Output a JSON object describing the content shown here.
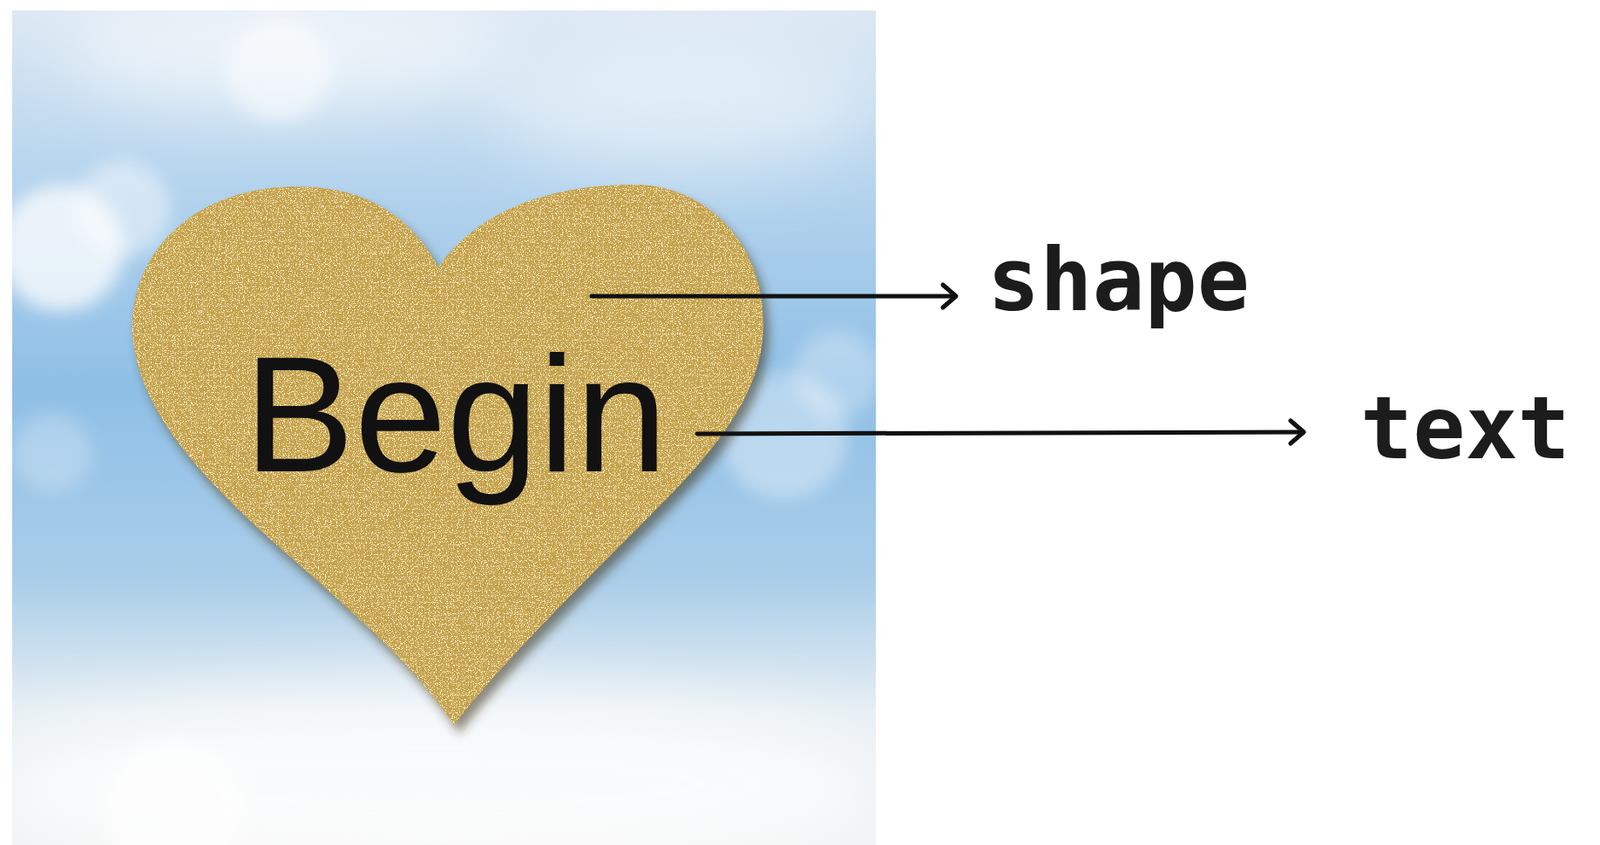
{
  "diagram": {
    "nodes": [
      {
        "text": [
          "Begin"
        ]
      }
    ],
    "labels": [
      "shape",
      "text"
    ]
  }
}
